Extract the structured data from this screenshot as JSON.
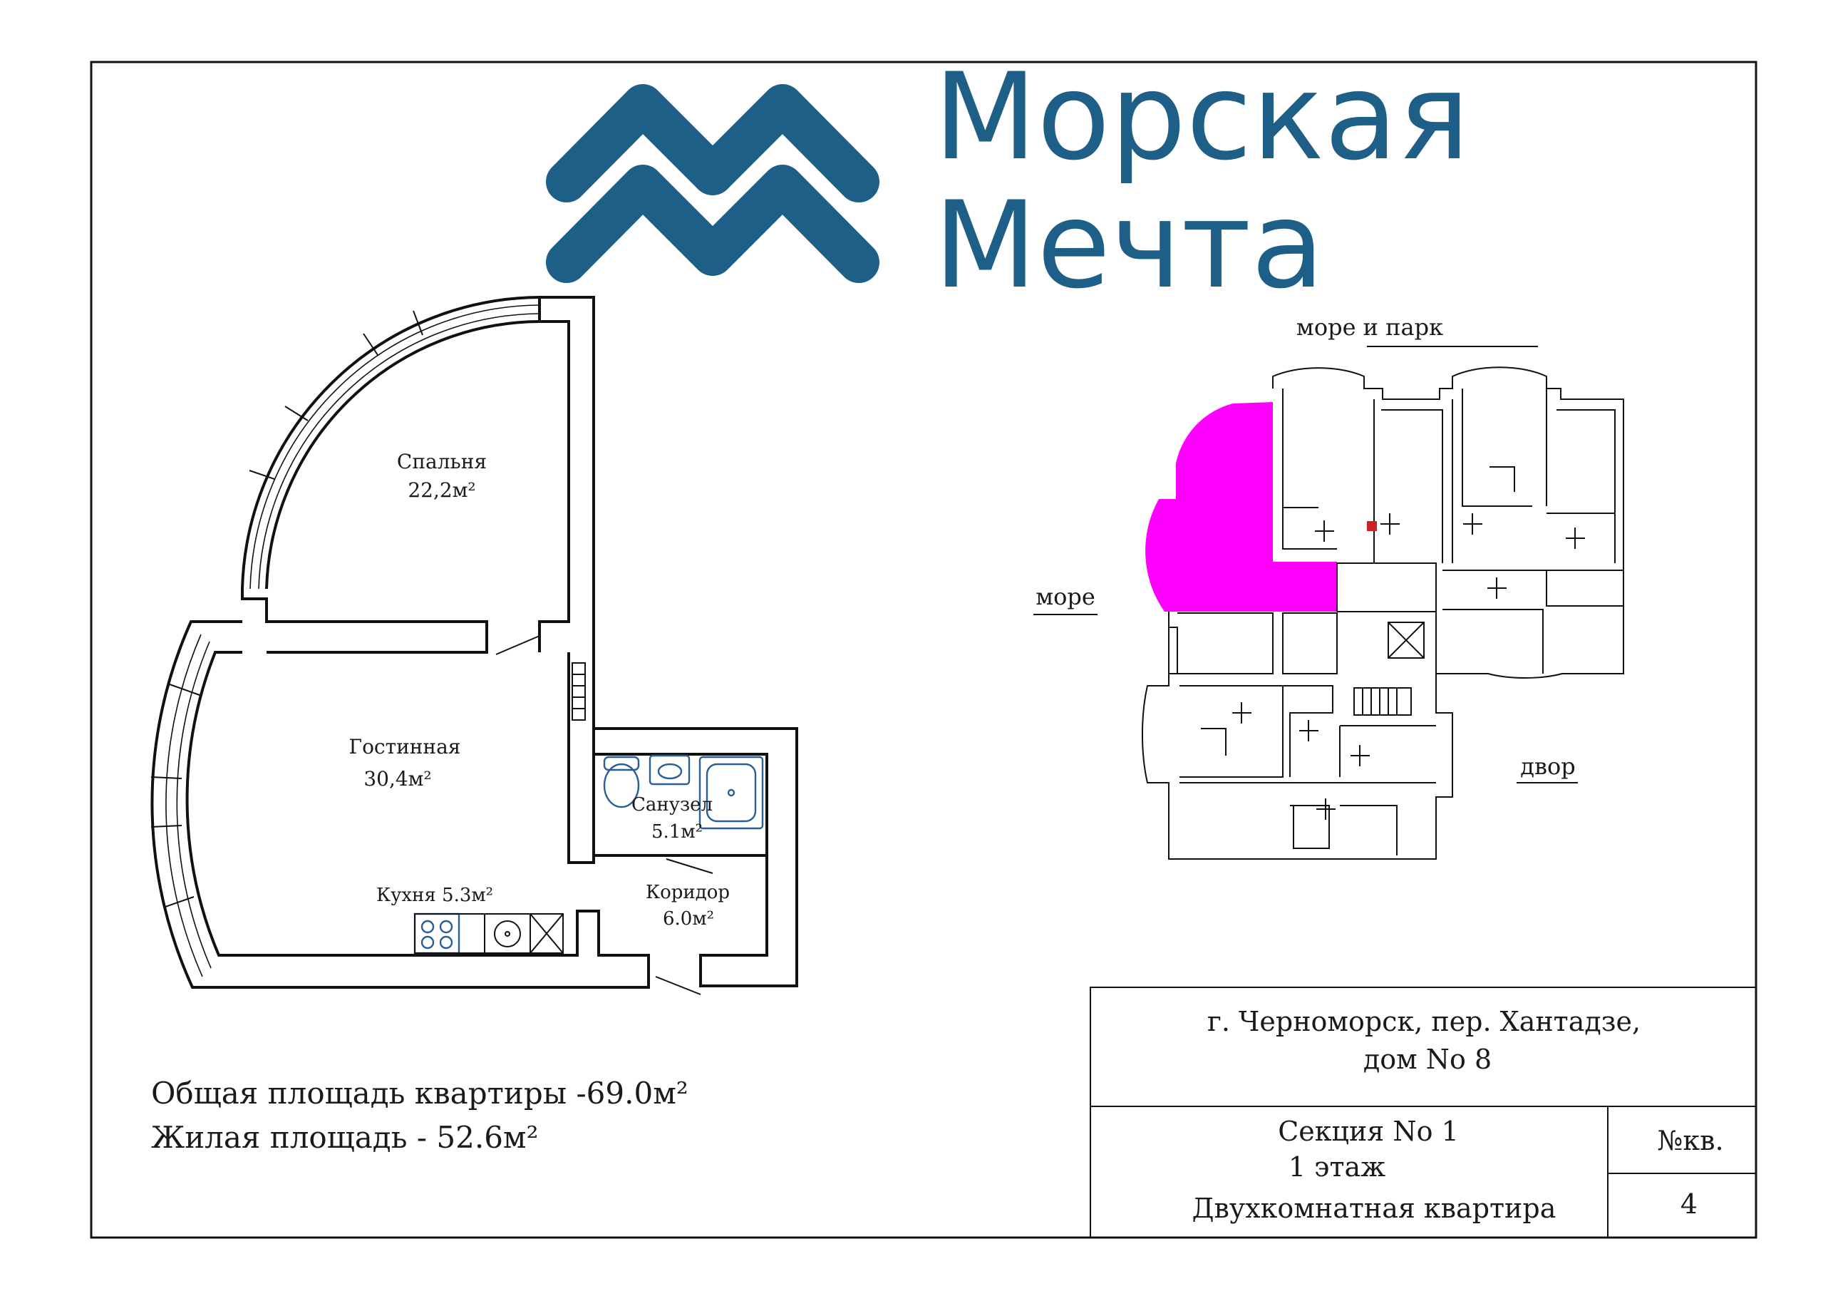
{
  "logo": {
    "line1": "Морская",
    "line2": "Мечта",
    "color": "#1e5f87"
  },
  "rooms": {
    "bedroom": {
      "name": "Спальня",
      "area": "22,2м²"
    },
    "living": {
      "name": "Гостинная",
      "area": "30,4м²"
    },
    "bathroom": {
      "name": "Санузел",
      "area": "5.1м²"
    },
    "kitchen": {
      "name": "Кухня 5.3м²"
    },
    "corridor": {
      "name": "Коридор",
      "area": "6.0м²"
    }
  },
  "summary": {
    "total": "Общая площадь квартиры -69.0м²",
    "living": "Жилая площадь - 52.6м²"
  },
  "key_plan": {
    "label_top": "море и парк",
    "label_left": "море",
    "label_right": "двор",
    "highlight_color": "#ff00ff",
    "marker_color": "#cc2222"
  },
  "title_block": {
    "address_line1": "г. Черноморск, пер. Хантадзе,",
    "address_line2": "дом No  8",
    "section": "Секция No  1",
    "floor": "1 этаж",
    "apartment_type": "Двухкомнатная квартира",
    "apt_no_label": "№кв.",
    "apt_no_value": "4"
  }
}
